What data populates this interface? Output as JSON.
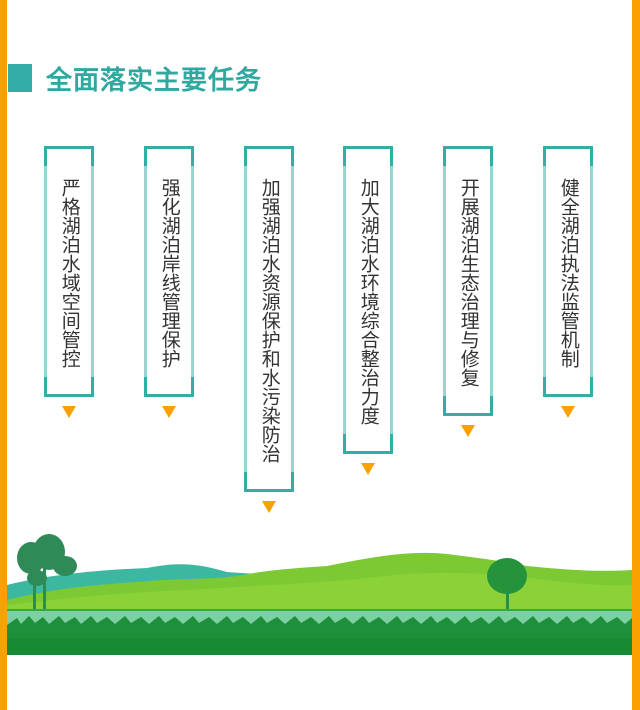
{
  "header": {
    "title": "全面落实主要任务"
  },
  "tasks": [
    {
      "label": "严格湖泊水域空间管控"
    },
    {
      "label": "强化湖泊岸线管理保护"
    },
    {
      "label": "加强湖泊水资源保护和水污染防治"
    },
    {
      "label": "加大湖泊水环境综合整治力度"
    },
    {
      "label": "开展湖泊生态治理与修复"
    },
    {
      "label": "健全湖泊执法监管机制"
    }
  ],
  "colors": {
    "accent_orange": "#F9A100",
    "teal_dark": "#33ADA5",
    "teal_light": "#96D5D0",
    "text": "#333333"
  },
  "decorations": {
    "bottom_illustration": "landscape-hills-trees-grass"
  }
}
